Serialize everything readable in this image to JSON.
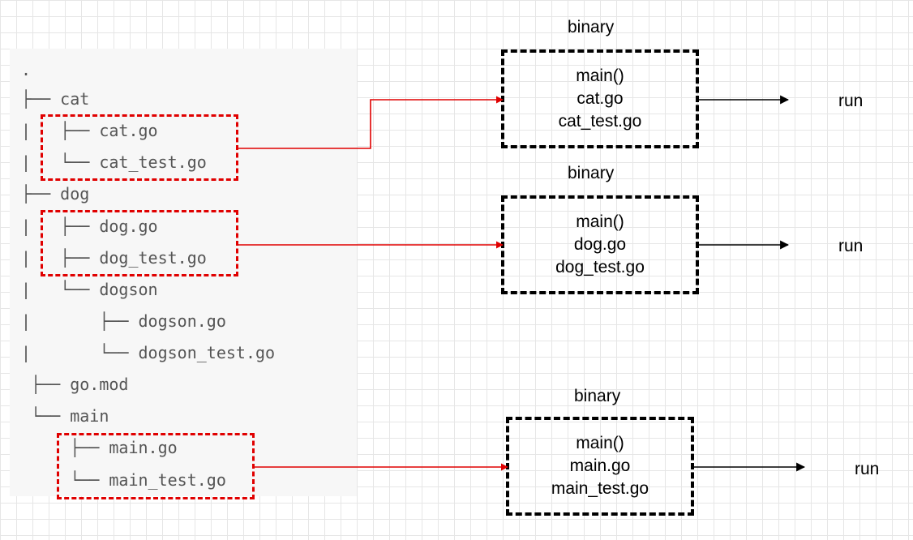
{
  "tree": {
    "lines": [
      ".",
      "├── cat",
      "|   ├── cat.go",
      "|   └── cat_test.go",
      "├── dog",
      "|   ├── dog.go",
      "|   ├── dog_test.go",
      "|   └── dogson",
      "|       ├── dogson.go",
      "|       └── dogson_test.go",
      " ├── go.mod",
      " └── main",
      "     ├── main.go",
      "     └── main_test.go"
    ]
  },
  "binaries": [
    {
      "title": "binary",
      "items": [
        "main()",
        "cat.go",
        "cat_test.go"
      ],
      "run": "run"
    },
    {
      "title": "binary",
      "items": [
        "main()",
        "dog.go",
        "dog_test.go"
      ],
      "run": "run"
    },
    {
      "title": "binary",
      "items": [
        "main()",
        "main.go",
        "main_test.go"
      ],
      "run": "run"
    }
  ],
  "colors": {
    "accent_red": "#e00000",
    "box_border": "#000000"
  }
}
